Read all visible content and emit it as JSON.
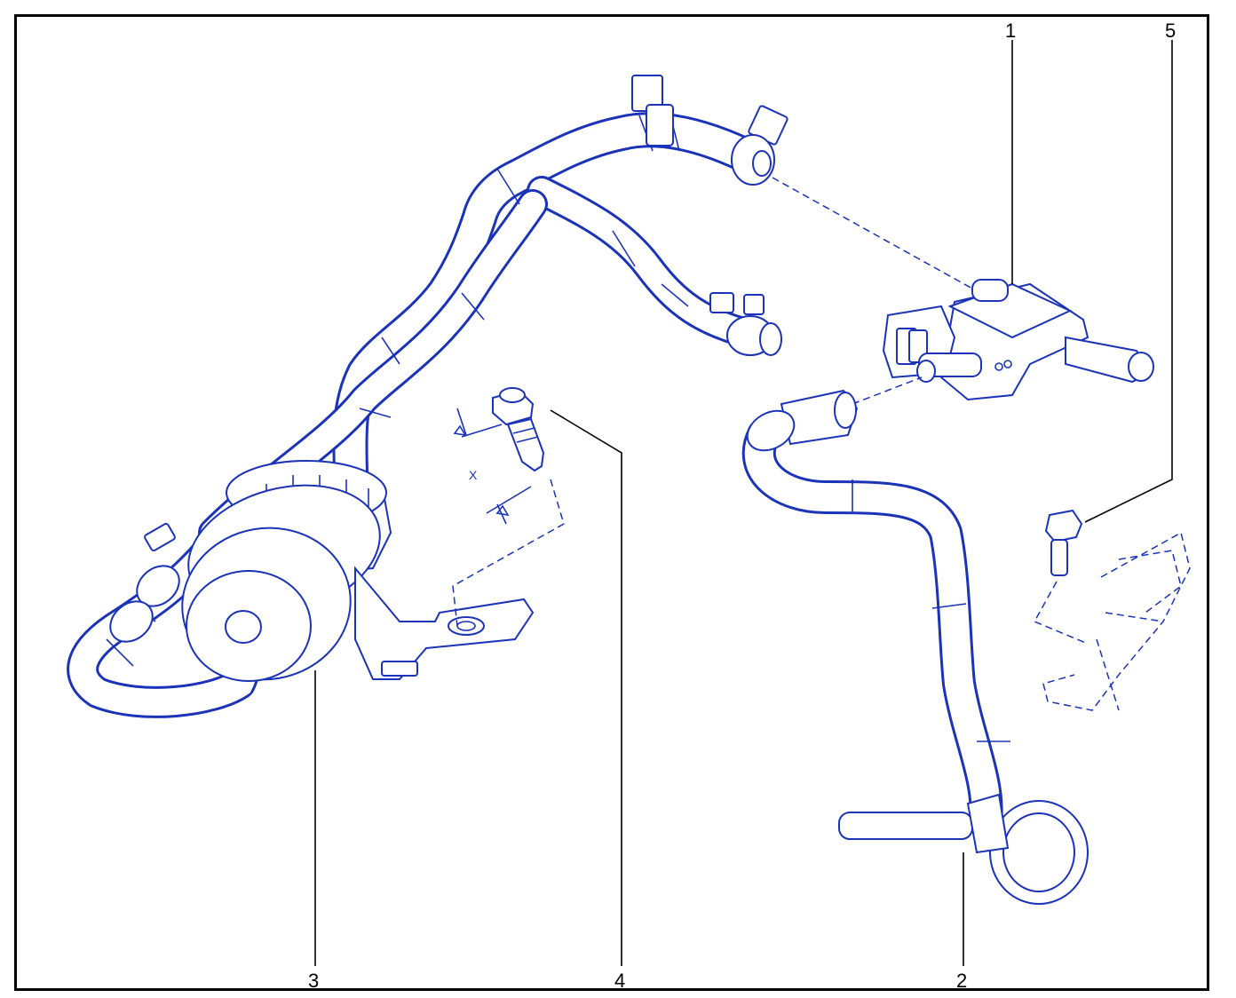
{
  "diagram": {
    "callouts": {
      "c1": "1",
      "c2": "2",
      "c3": "3",
      "c4": "4",
      "c5": "5"
    },
    "dimension_label": "X"
  },
  "colors": {
    "line": "#1a33b8",
    "frame": "#000000",
    "background": "#ffffff"
  }
}
